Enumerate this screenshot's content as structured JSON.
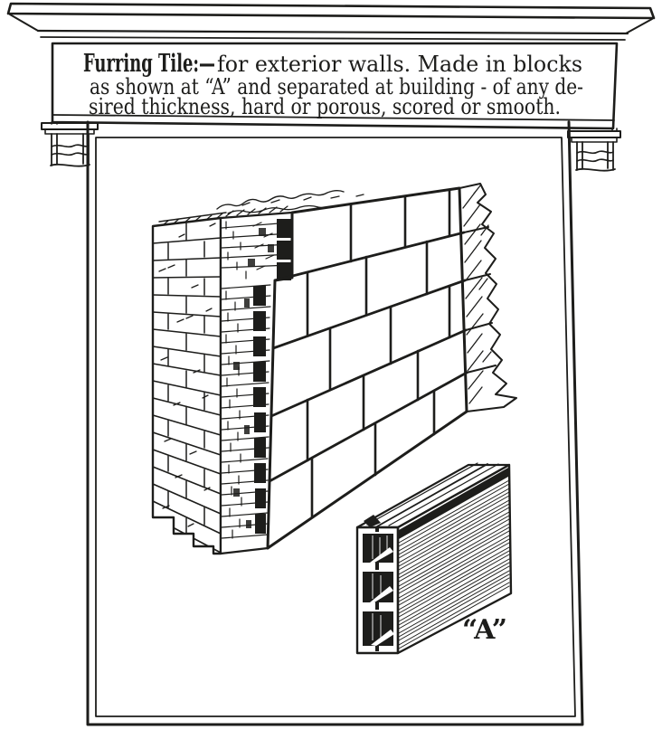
{
  "title_panel": {
    "line1_lead": "Furring Tile:—",
    "line1_rest": "for exterior walls. Made in blocks",
    "line2": "as shown at “A” and separated at building - of any de-",
    "line3": "sired thickness, hard or porous, scored or smooth."
  },
  "figure": {
    "tile_label": "“A”"
  },
  "colors": {
    "ink": "#1d1d1b",
    "paper": "#ffffff"
  }
}
